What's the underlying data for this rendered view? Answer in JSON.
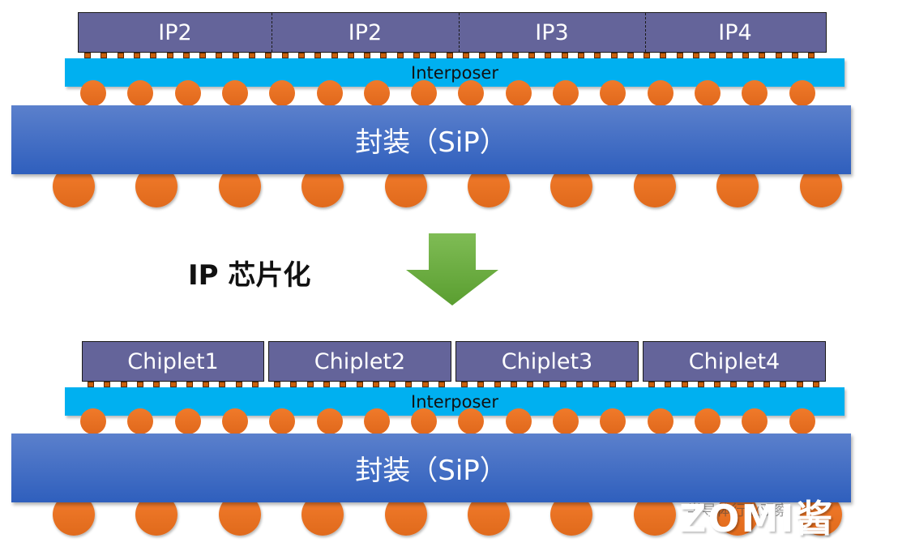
{
  "top_stack": {
    "die_segments": [
      "IP2",
      "IP2",
      "IP3",
      "IP4"
    ],
    "interposer_label": "Interposer",
    "package_label": "封装（SiP）"
  },
  "transition": {
    "label": "IP 芯片化",
    "arrow_icon": "down-arrow-icon"
  },
  "bottom_stack": {
    "chiplets": [
      "Chiplet1",
      "Chiplet2",
      "Chiplet3",
      "Chiplet4"
    ],
    "interposer_label": "Interposer",
    "package_label": "封装（SiP）"
  },
  "watermark": {
    "main": "ZOMI酱",
    "sub": "半导体行业观察"
  },
  "colors": {
    "die": "#64649a",
    "interposer": "#00b0f0",
    "package": "#3f6ac6",
    "solder": "#f07a2a",
    "arrow": "#6aad3c"
  }
}
